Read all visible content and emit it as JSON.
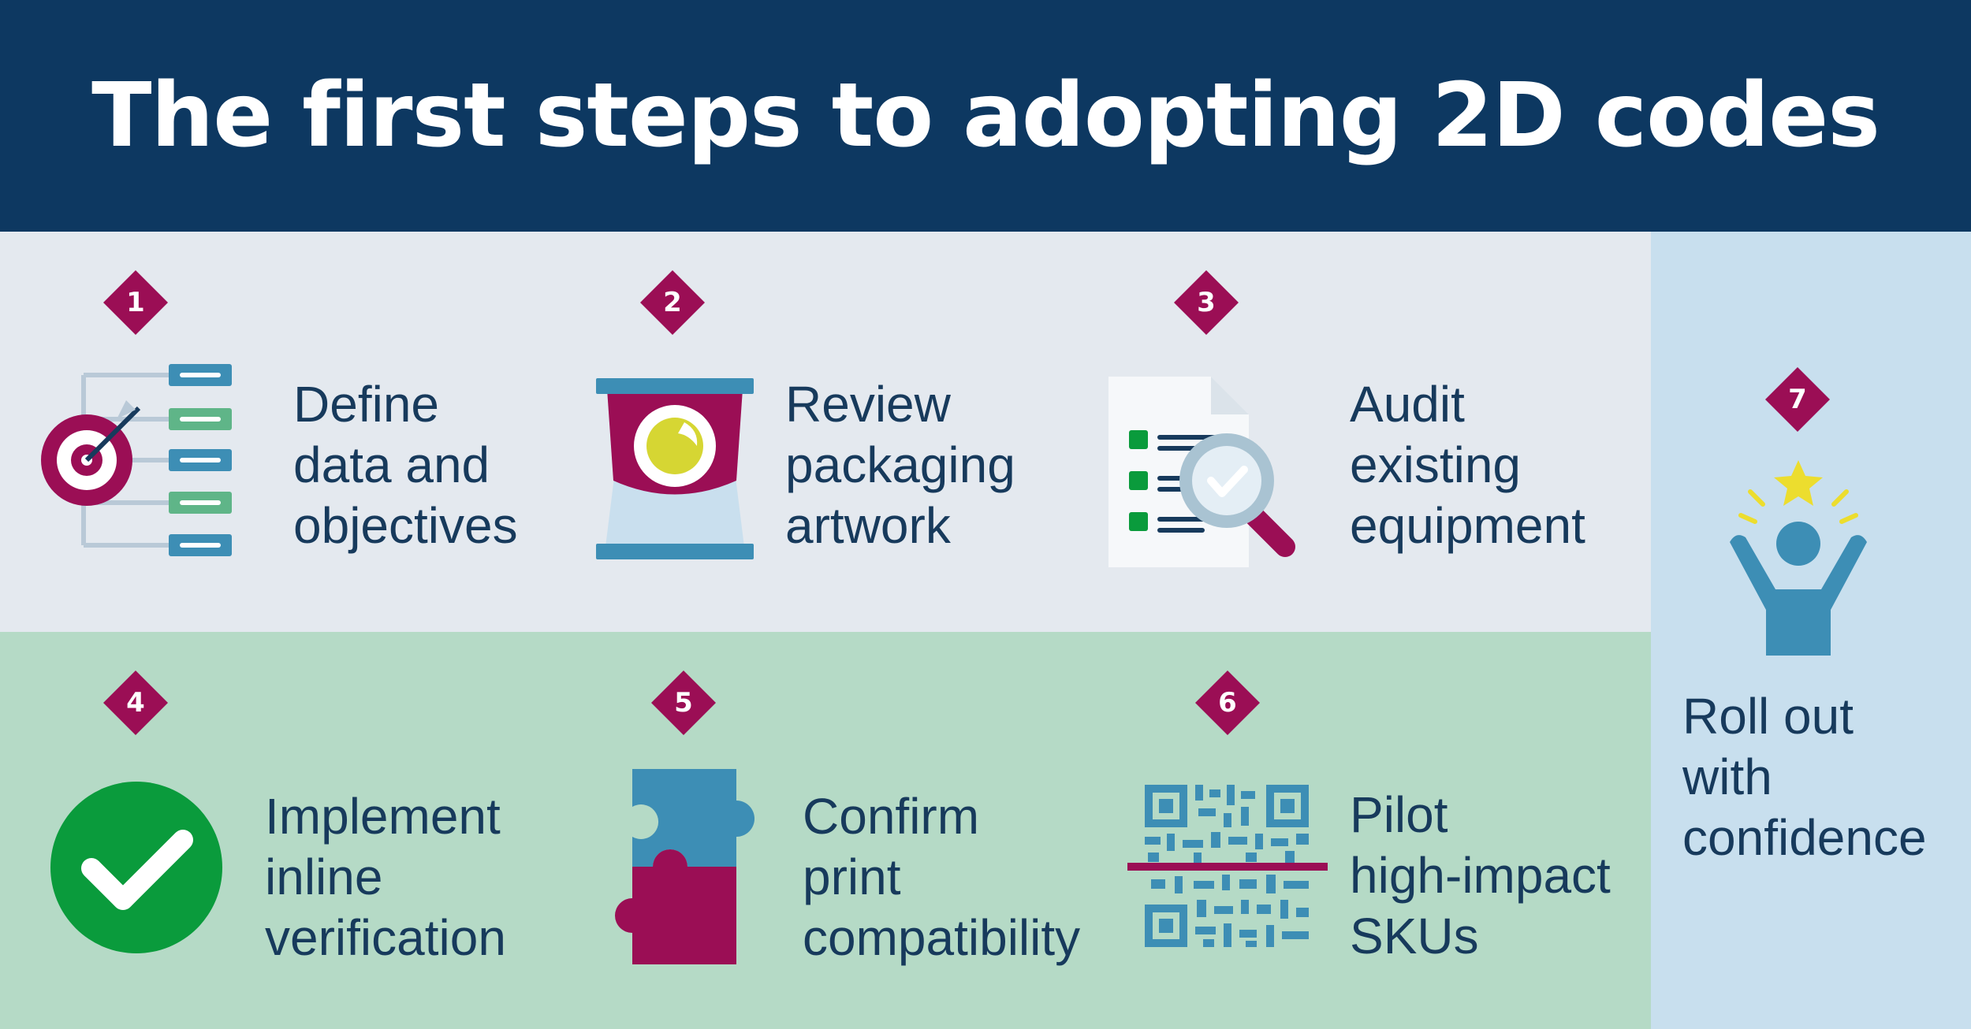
{
  "title": "The first steps to adopting 2D codes",
  "steps": [
    {
      "number": "1",
      "lines": [
        "Define",
        "data and",
        "objectives"
      ],
      "icon": "target-checklist-icon"
    },
    {
      "number": "2",
      "lines": [
        "Review",
        "packaging",
        "artwork"
      ],
      "icon": "snack-package-icon"
    },
    {
      "number": "3",
      "lines": [
        "Audit",
        "existing",
        "equipment"
      ],
      "icon": "document-magnifier-icon"
    },
    {
      "number": "4",
      "lines": [
        "Implement",
        "inline",
        "verification"
      ],
      "icon": "checkmark-circle-icon"
    },
    {
      "number": "5",
      "lines": [
        "Confirm",
        "print",
        "compatibility"
      ],
      "icon": "puzzle-pieces-icon"
    },
    {
      "number": "6",
      "lines": [
        "Pilot",
        "high-impact",
        "SKUs"
      ],
      "icon": "qr-code-scan-icon"
    },
    {
      "number": "7",
      "lines": [
        "Roll out",
        "with",
        "confidence"
      ],
      "icon": "celebrating-person-icon"
    }
  ],
  "colors": {
    "header_bg": "#0d3861",
    "top_band": "#e4e9ef",
    "bottom_band": "#b5dac6",
    "right_band": "#c8dfee",
    "badge": "#9b0e55",
    "text": "#173a5c",
    "accent_blue": "#3d8eb5",
    "accent_green": "#0a9b3c",
    "accent_teal_green": "#5fb588",
    "accent_yellow": "#d6d633"
  }
}
